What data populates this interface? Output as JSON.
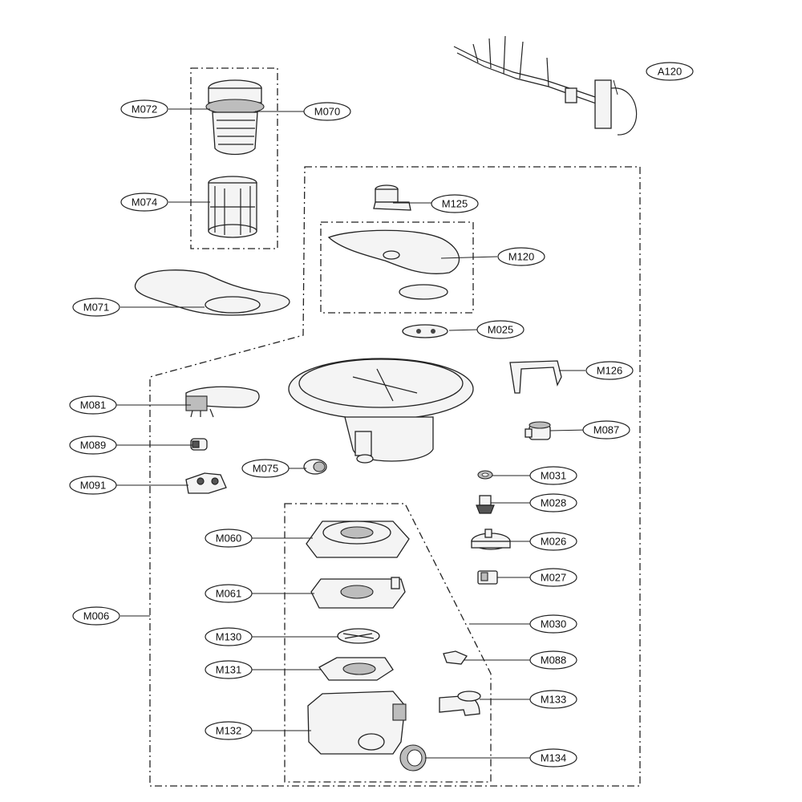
{
  "labels": {
    "A120": "A120",
    "M072": "M072",
    "M070": "M070",
    "M074": "M074",
    "M071": "M071",
    "M125": "M125",
    "M120": "M120",
    "M025": "M025",
    "M126": "M126",
    "M081": "M081",
    "M087": "M087",
    "M089": "M089",
    "M075": "M075",
    "M031": "M031",
    "M091": "M091",
    "M028": "M028",
    "M060": "M060",
    "M026": "M026",
    "M027": "M027",
    "M061": "M061",
    "M006": "M006",
    "M030": "M030",
    "M130": "M130",
    "M088": "M088",
    "M131": "M131",
    "M133": "M133",
    "M132": "M132",
    "M134": "M134"
  }
}
